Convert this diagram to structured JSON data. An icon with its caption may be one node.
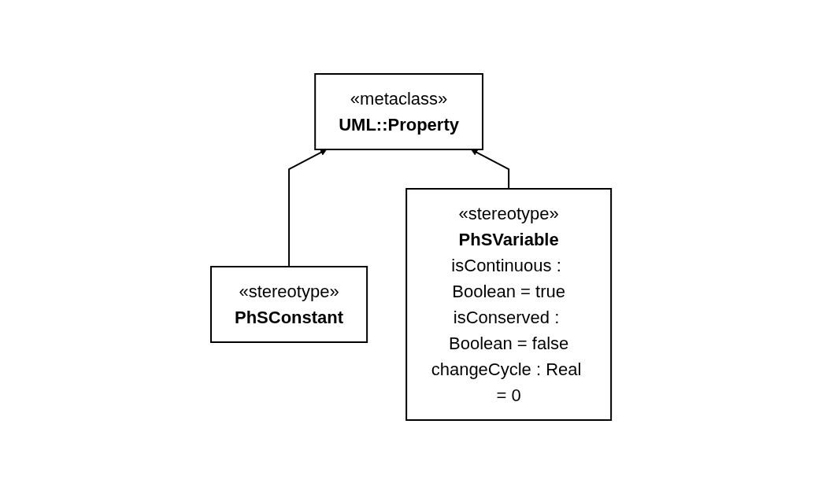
{
  "diagram": {
    "nodes": [
      {
        "text": [
          "«metaclass»",
          "UML::Property"
        ]
      },
      {
        "text": [
          "«stereotype»",
          "PhSConstant"
        ]
      },
      {
        "text": [
          "«stereotype»",
          "PhSVariable",
          "isContinuous : Boolean = true",
          "isConserved : Boolean = false",
          "changeCycle : Real = 0"
        ]
      }
    ],
    "edges": [
      {
        "from": 1,
        "to": 0,
        "arrow": "to"
      },
      {
        "from": 2,
        "to": 0,
        "arrow": "to"
      }
    ]
  }
}
